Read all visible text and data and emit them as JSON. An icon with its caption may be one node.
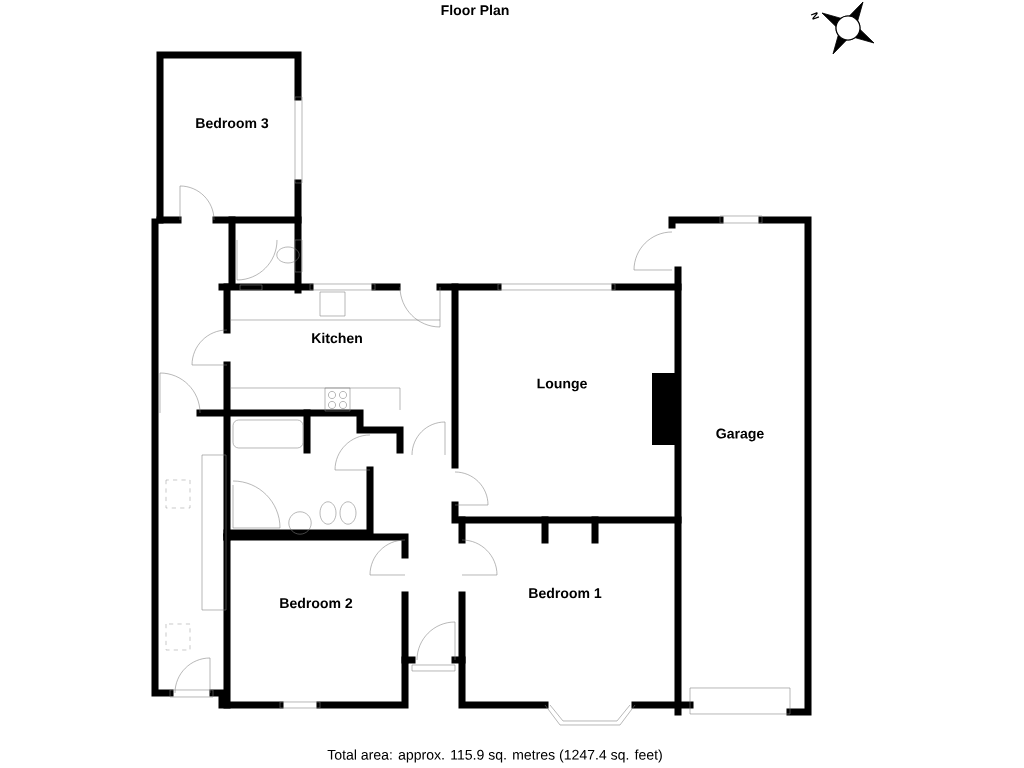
{
  "diagram": {
    "title": "Floor Plan",
    "caption": "Total area: approx. 115.9 sq. metres (1247.4 sq. feet)",
    "nodes": [
      {
        "text": [
          "Bedroom 3"
        ]
      },
      {
        "text": [
          "Kitchen"
        ]
      },
      {
        "text": [
          "Lounge"
        ]
      },
      {
        "text": [
          "Garage"
        ]
      },
      {
        "text": [
          "Bedroom 1"
        ]
      },
      {
        "text": [
          "Bedroom 2"
        ]
      }
    ],
    "labels": [
      "N"
    ]
  }
}
